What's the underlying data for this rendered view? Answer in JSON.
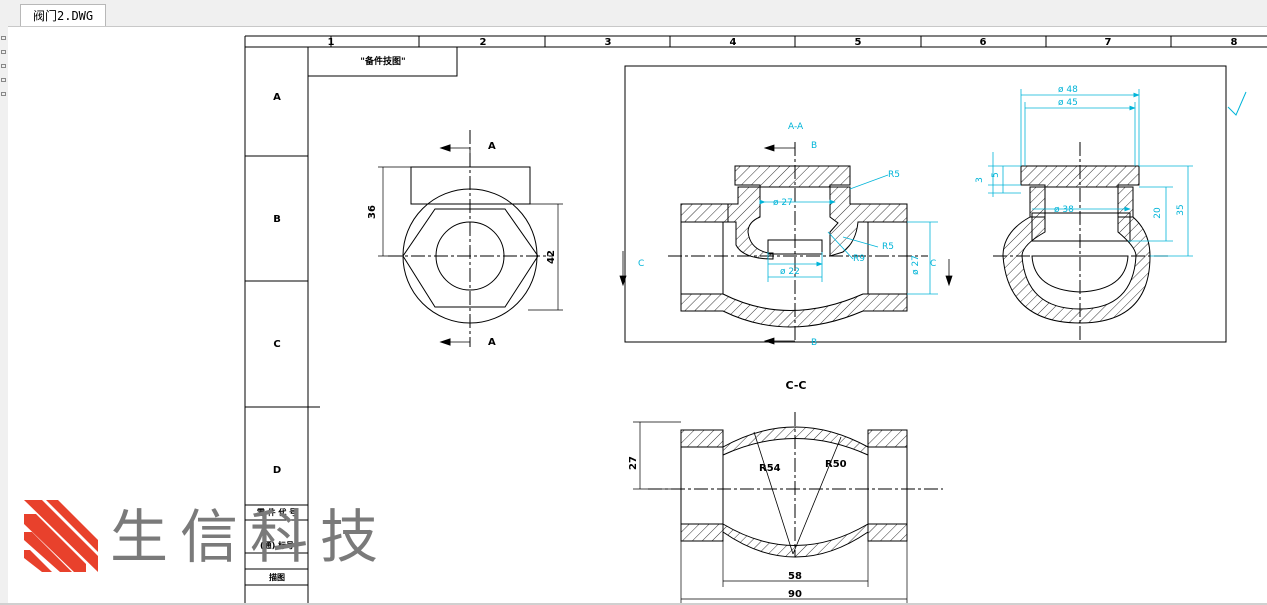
{
  "app": {
    "tab_title": "阀门2.DWG"
  },
  "drawing": {
    "colors": {
      "line": "#000000",
      "dimension": "#00b4d8",
      "background": "#ffffff"
    },
    "border": {
      "columns": [
        "1",
        "2",
        "3",
        "4",
        "5",
        "6",
        "7",
        "8"
      ],
      "rows": [
        "A",
        "B",
        "C",
        "D"
      ]
    },
    "title_box_text": "\"备件技图\"",
    "parts_table": {
      "row1": "零 件 代 号",
      "row2": "(通) 标号",
      "row3": "描图"
    },
    "front_view": {
      "section_marks": [
        "A",
        "A"
      ],
      "dims": [
        "36",
        "42"
      ]
    },
    "section_aa": {
      "title": "A-A",
      "b_marks": [
        "B",
        "B"
      ],
      "c_marks": [
        "C",
        "C"
      ],
      "dims": [
        "ø 27",
        "ø 22",
        "R5",
        "R5",
        "R9",
        "ø 27"
      ]
    },
    "section_right": {
      "dims": [
        "ø 48",
        "ø 45",
        "ø 38",
        "3",
        "5",
        "20",
        "35"
      ]
    },
    "section_cc": {
      "title": "C-C",
      "dims": [
        "27",
        "R54",
        "R50",
        "58",
        "90"
      ]
    }
  },
  "watermark": {
    "text": "生信科技"
  }
}
